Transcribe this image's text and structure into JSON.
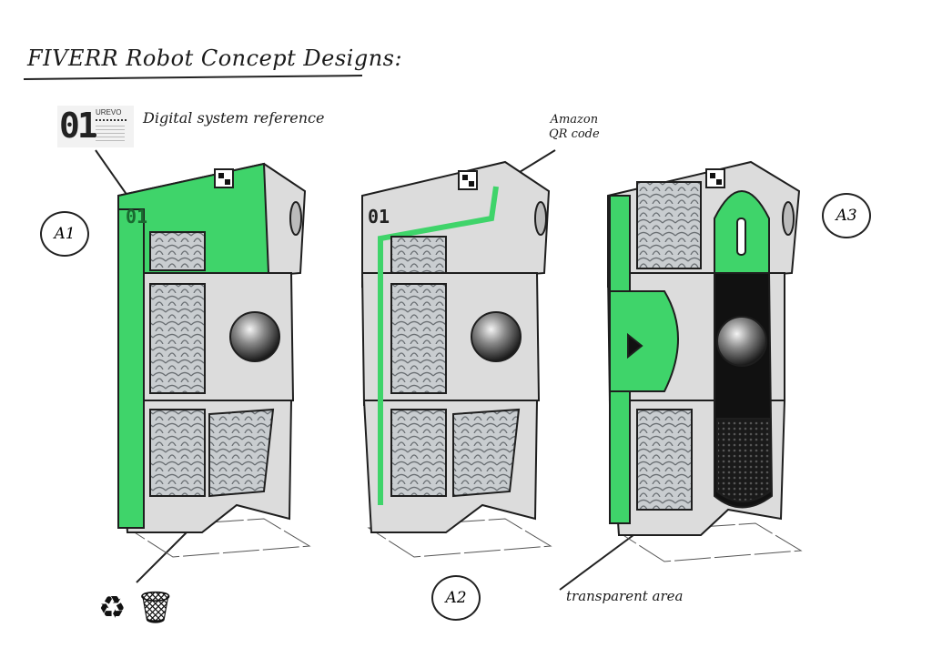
{
  "title": "FIVERR Robot Concept Designs:",
  "reference": {
    "logo_number": "01",
    "logo_brand": "UREVO",
    "label": "Digital system reference"
  },
  "annotations": {
    "amazon_qr_line1": "Amazon",
    "amazon_qr_line2": "QR code",
    "transparent_area": "transparent area"
  },
  "variants": [
    {
      "label": "A1",
      "panel_number": "01"
    },
    {
      "label": "A2",
      "panel_number": "01"
    },
    {
      "label": "A3"
    }
  ],
  "bottom_icons": {
    "recycle": "♻",
    "trash": "🗑"
  },
  "colors": {
    "accent_green": "#3fd46a",
    "body_gray": "#dcdcdc",
    "outline": "#1e1e1e"
  }
}
